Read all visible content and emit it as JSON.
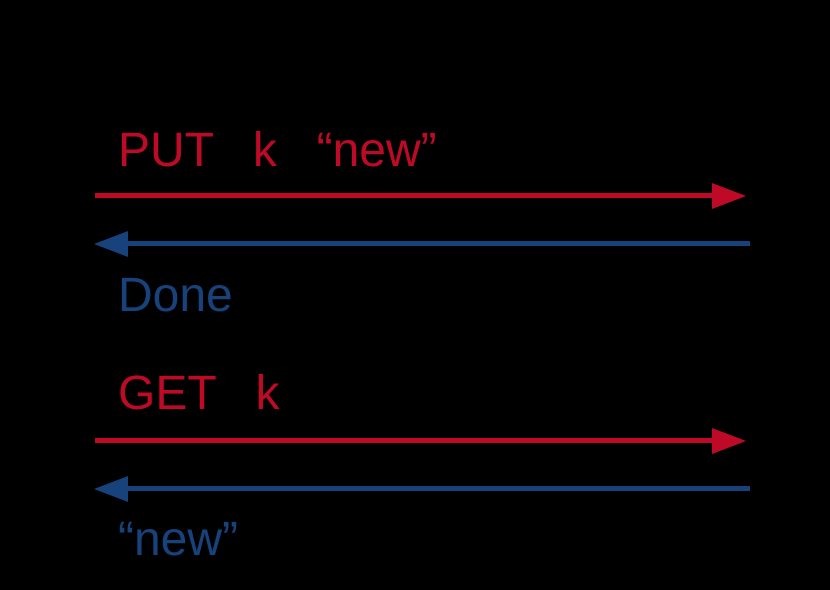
{
  "diagram": {
    "background": "#000000",
    "colors": {
      "request": "#be0a26",
      "reply": "#17427c"
    },
    "exchanges": [
      {
        "request_label": "PUT k “new”",
        "reply_label": "Done"
      },
      {
        "request_label": "GET k",
        "reply_label": "“new”"
      }
    ]
  }
}
